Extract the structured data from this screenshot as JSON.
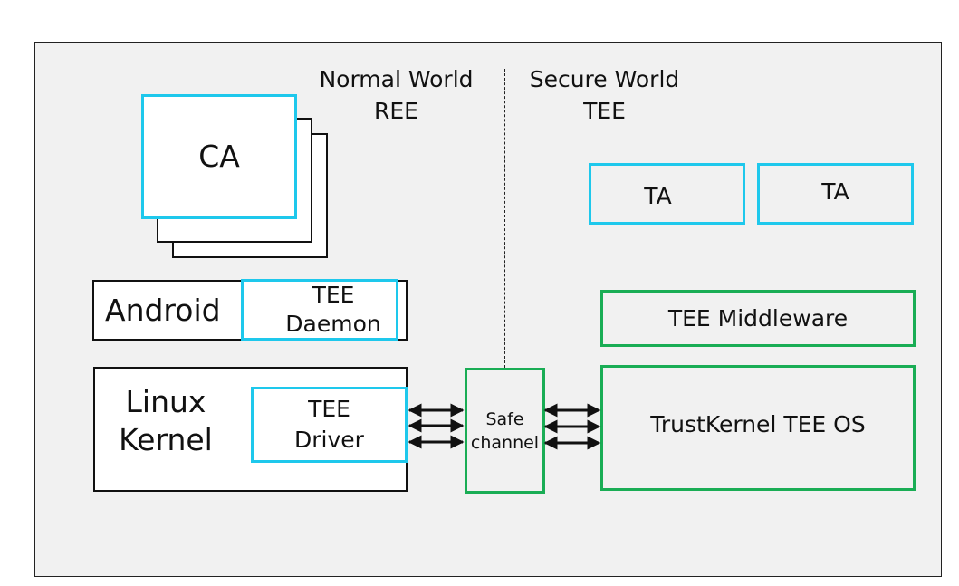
{
  "header": {
    "normal_world_line1": "Normal World",
    "normal_world_line2": "REE",
    "secure_world_line1": "Secure World",
    "secure_world_line2": "TEE"
  },
  "ree": {
    "ca_label": "CA",
    "android_label": "Android",
    "tee_daemon_line1": "TEE",
    "tee_daemon_line2": "Daemon",
    "linux_kernel_line1": "Linux",
    "linux_kernel_line2": "Kernel",
    "tee_driver_line1": "TEE",
    "tee_driver_line2": "Driver"
  },
  "channel": {
    "line1": "Safe",
    "line2": "channel"
  },
  "tee": {
    "ta_labels": [
      "TA",
      "TA"
    ],
    "middleware_label": "TEE Middleware",
    "os_label": "TrustKernel TEE OS"
  },
  "colors": {
    "client_app_border": "#1ec8ec",
    "secure_component_border": "#1aad55",
    "background": "#f1f1f1"
  }
}
